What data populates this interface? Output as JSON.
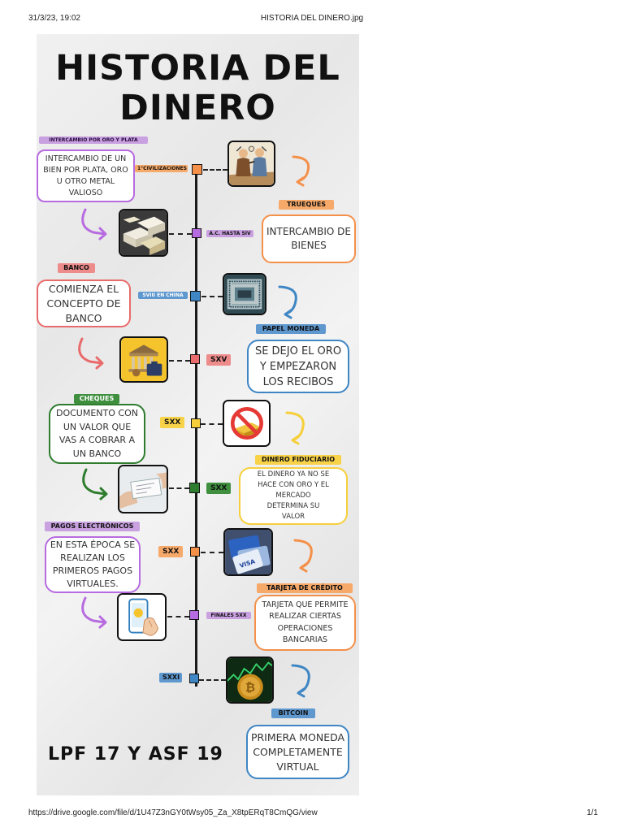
{
  "print_header": {
    "datetime": "31/3/23, 19:02",
    "filename": "HISTORIA DEL DINERO.jpg"
  },
  "print_footer": {
    "url": "https://drive.google.com/file/d/1U47Z3nGY0tWsy05_Za_X8tpERqT8CmQG/view",
    "page": "1/1"
  },
  "poster": {
    "title_line1": "HISTORIA DEL",
    "title_line2": "DINERO",
    "credit": "LPF 17 Y ASF 19",
    "colors": {
      "orange": "#f4904a",
      "purple": "#b76be0",
      "blue": "#3f86c4",
      "red": "#e96a6a",
      "yellow": "#f6cf3b",
      "green": "#2e7d2e",
      "label_purple": "#c9a0e0",
      "label_orange": "#f7a96a",
      "label_pink": "#ee8b8b",
      "label_blue": "#5e98cf",
      "label_yellow": "#f8d34a",
      "label_green": "#3f8f3f"
    },
    "events": [
      {
        "date": "1°CIVILIZACIONES",
        "category": "TRUEQUES",
        "description": "INTERCAMBIO DE\nBIENES",
        "side_category": "INTERCAMBIO POR ORO Y PLATA",
        "side_description": "INTERCAMBIO DE UN\nBIEN POR PLATA, ORO\nU OTRO METAL\nVALIOSO"
      },
      {
        "date": "A.C. HASTA SIV"
      },
      {
        "date": "SVIII EN CHINA",
        "category": "BANCO",
        "description": "COMIENZA EL\nCONCEPTO DE\nBANCO"
      },
      {
        "date": "SXV",
        "category": "PAPEL MONEDA",
        "description": "SE DEJO EL ORO\nY EMPEZARON\nLOS RECIBOS"
      },
      {
        "date": "SXX",
        "category": "CHEQUES",
        "description": "DOCUMENTO CON\nUN VALOR QUE\nVAS A COBRAR A\nUN BANCO"
      },
      {
        "date": "SXX",
        "category": "DINERO FIDUCIARIO",
        "description": "EL DINERO YA NO SE\nHACE CON ORO Y EL\nMERCADO\nDETERMINA SU\nVALOR"
      },
      {
        "date": "SXX",
        "category": "PAGOS ELECTRÓNICOS",
        "description": "EN ESTA ÉPOCA SE\nREALIZAN LOS\nPRIMEROS PAGOS\nVIRTUALES."
      },
      {
        "date": "FINALES SXX",
        "category": "TARJETA DE CRÉDITO",
        "description": "TARJETA QUE PERMITE\nREALIZAR CIERTAS\nOPERACIONES\nBANCARIAS"
      },
      {
        "date": "SXXI",
        "category": "BITCOIN",
        "description": "PRIMERA MONEDA\nCOMPLETAMENTE\nVIRTUAL"
      }
    ],
    "images": {
      "trueque": "barter-people-illustration",
      "gold": "gold-bars-photo",
      "china_note": "chinese-banknote-photo",
      "bank": "bank-building-icon",
      "no_gold": "no-gold-sign",
      "cheque": "hand-holding-cheque-photo",
      "visa": "credit-cards-photo",
      "phone": "phone-payment-icon",
      "bitcoin": "bitcoin-coin-photo"
    },
    "card_brand": "VISA"
  }
}
